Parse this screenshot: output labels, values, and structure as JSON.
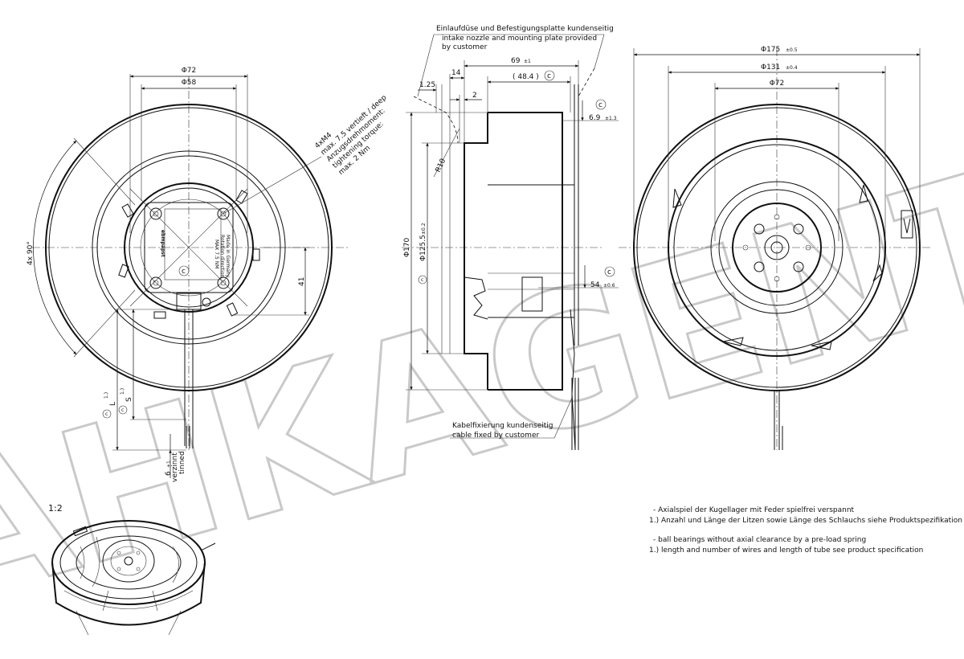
{
  "watermark": "AHKAGENT",
  "front_view": {
    "dim_phi72": "Φ72",
    "dim_phi58": "Φ58",
    "dim_4x90": "4x 90°",
    "dim_41": "41",
    "dim_L": "L",
    "dim_S": "S",
    "note_mark": "1.)",
    "c_mark": "c",
    "dim_6": "6",
    "dim_6_tol": "±1",
    "tinned_de": "verzinnt",
    "tinned_en": "tinned",
    "screw_lines": [
      "4xM4",
      "max. 7.5 vertieft / deep",
      "Anzugsdrehmoment:",
      "tightening torque:",
      "max. 2 Nm"
    ],
    "label_brand": "ebmpapst",
    "label_lines": [
      "Made in Germany",
      "Rotation direction",
      "MAX 7.5 NM"
    ]
  },
  "side_view": {
    "callout_top": [
      "Einlaufdüse und Befestigungsplatte kundenseitig",
      "intake nozzle and mounting plate provided",
      "by customer"
    ],
    "callout_bottom": [
      "Kabelfixierung kundenseitig",
      "cable fixed by customer"
    ],
    "dim_69": "69",
    "dim_69_tol": "±1",
    "dim_48_4": "( 48.4 )",
    "dim_14": "14",
    "dim_1_25": "1.25",
    "dim_2": "2",
    "dim_6_9": "6.9",
    "dim_6_9_tol": "±1.3",
    "dim_r10": "R10",
    "dim_phi170": "Φ170",
    "dim_phi125": "Φ125.5",
    "dim_phi125_tol": "±0.2",
    "dim_54": "54",
    "dim_54_tol": "±0.6",
    "c_mark": "c"
  },
  "back_view": {
    "dim_phi175": "Φ175",
    "dim_phi175_tol": "±0.5",
    "dim_phi131": "Φ131",
    "dim_phi131_tol": "±0.4",
    "dim_phi72": "Φ72"
  },
  "scale": "1:2",
  "notes": [
    "-  Axialspiel der Kugellager mit Feder spielfrei verspannt",
    "1.) Anzahl und Länge der Litzen sowie Länge des Schlauchs siehe Produktspezifikation",
    "-  ball bearings without axial clearance by a pre-load spring",
    "1.) length and number of wires and length of tube see product specification"
  ]
}
